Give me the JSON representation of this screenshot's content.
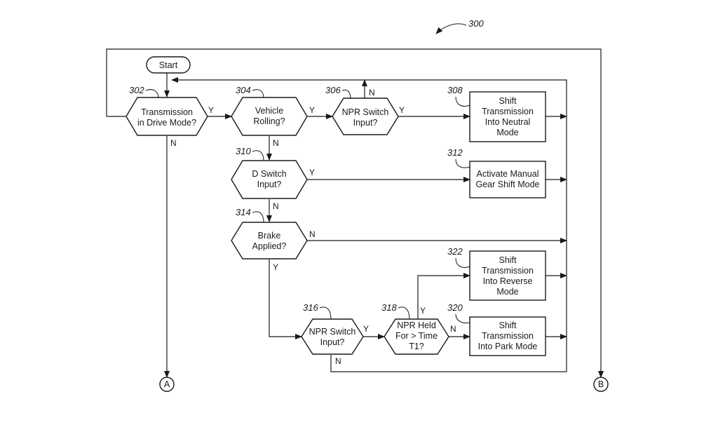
{
  "figure_number": "300",
  "nodes": {
    "start": {
      "lines": [
        "Start"
      ]
    },
    "n302": {
      "ref": "302",
      "lines": [
        "Transmission",
        "in Drive Mode?"
      ]
    },
    "n304": {
      "ref": "304",
      "lines": [
        "Vehicle",
        "Rolling?"
      ]
    },
    "n306": {
      "ref": "306",
      "lines": [
        "NPR Switch",
        "Input?"
      ]
    },
    "n308": {
      "ref": "308",
      "lines": [
        "Shift",
        "Transmission",
        "Into Neutral",
        "Mode"
      ]
    },
    "n310": {
      "ref": "310",
      "lines": [
        "D Switch",
        "Input?"
      ]
    },
    "n312": {
      "ref": "312",
      "lines": [
        "Activate Manual",
        "Gear Shift Mode"
      ]
    },
    "n314": {
      "ref": "314",
      "lines": [
        "Brake",
        "Applied?"
      ]
    },
    "n316": {
      "ref": "316",
      "lines": [
        "NPR Switch",
        "Input?"
      ]
    },
    "n318": {
      "ref": "318",
      "lines": [
        "NPR Held",
        "For > Time",
        "T1?"
      ]
    },
    "n320": {
      "ref": "320",
      "lines": [
        "Shift",
        "Transmission",
        "Into Park Mode"
      ]
    },
    "n322": {
      "ref": "322",
      "lines": [
        "Shift",
        "Transmission",
        "Into Reverse",
        "Mode"
      ]
    },
    "connA": {
      "lines": [
        "A"
      ]
    },
    "connB": {
      "lines": [
        "B"
      ]
    }
  },
  "edge_labels": {
    "e302_y": "Y",
    "e302_n": "N",
    "e304_y": "Y",
    "e304_n": "N",
    "e306_y": "Y",
    "e306_n": "N",
    "e310_y": "Y",
    "e310_n": "N",
    "e314_y": "Y",
    "e314_n": "N",
    "e316_y": "Y",
    "e316_n": "N",
    "e318_y": "Y",
    "e318_n": "N"
  }
}
